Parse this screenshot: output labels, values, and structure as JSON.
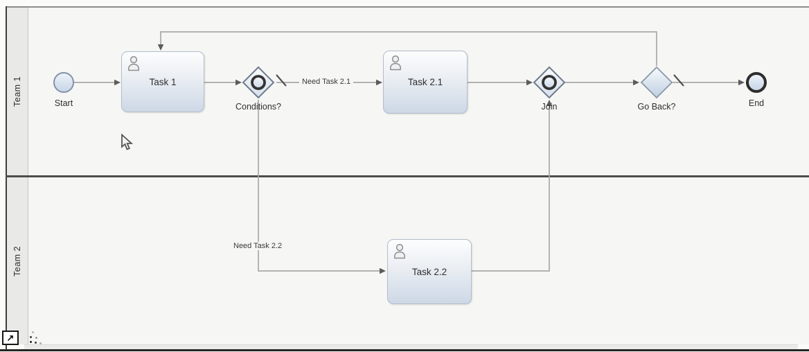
{
  "diagram": {
    "lanes": [
      {
        "label": "Team 1"
      },
      {
        "label": "Team 2"
      }
    ],
    "nodes": {
      "start": {
        "label": "Start",
        "type": "start-event"
      },
      "task1": {
        "label": "Task 1",
        "type": "user-task"
      },
      "conditions": {
        "label": "Conditions?",
        "type": "inclusive-gateway"
      },
      "task21": {
        "label": "Task 2.1",
        "type": "user-task"
      },
      "join": {
        "label": "Join",
        "type": "inclusive-gateway"
      },
      "goback": {
        "label": "Go Back?",
        "type": "exclusive-gateway"
      },
      "end": {
        "label": "End",
        "type": "end-event"
      },
      "task22": {
        "label": "Task 2.2",
        "type": "user-task"
      }
    },
    "edge_labels": {
      "need_task_21": "Need Task 2.1",
      "need_task_22": "Need Task 2.2"
    }
  },
  "controls": {
    "expand_icon": "↗"
  },
  "colors": {
    "canvas": "#f6f6f4",
    "lane_header": "#e9e9e7",
    "task_fill_top": "#fcfdfe",
    "task_fill_bottom": "#cdd8e6",
    "shape_border": "#8f9cae",
    "connector": "#a8a8a8",
    "arrowhead": "#5c5c5c",
    "lane_divider": "#4c4c4c",
    "text": "#2f2f2f"
  }
}
